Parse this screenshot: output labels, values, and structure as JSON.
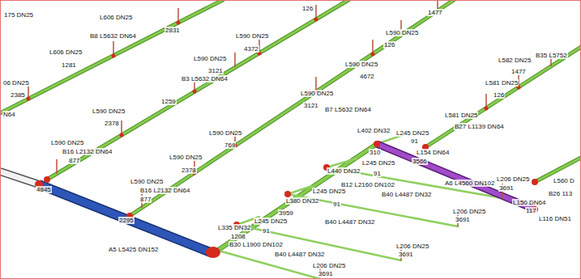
{
  "diagram": {
    "labels": [
      "175 DN25",
      "L606 DN25",
      "2831",
      "B8 L5632 DN64",
      "L606 DN25",
      "1281",
      "06 DN25",
      "2385",
      "N64",
      "L590 DN25",
      "4372",
      "L590 DN25",
      "3121",
      "B3 L5632 DN64",
      "1259",
      "126",
      "L590 DN25",
      "126",
      "1477",
      "L590 DN25",
      "4672",
      "L590 DN25",
      "3121",
      "B7 L5632 DN64",
      "L590 DN25",
      "2378",
      "L590 DN25",
      "769",
      "L590 DN25",
      "B16 L2132 DN64",
      "877",
      "L590 DN25",
      "2378",
      "L590 DN25",
      "B16 L2132 DN64",
      "877",
      "4845",
      "2295",
      "A5 L5425 DN152",
      "L582 DN25",
      "B35 L5752",
      "1477",
      "L581 DN25",
      "126",
      "L581 DN25",
      "B27 L1139 DN64",
      "L402 DN32",
      "L245 DN25",
      "91",
      "310",
      "L154 DN64",
      "3566",
      "A6 L4560 DN102",
      "L440 DN32",
      "L245 DN25",
      "91",
      "B12 L2160 DN102",
      "B40 L4487 DN32",
      "L206 DN25",
      "3691",
      "L560 D",
      "B26 113",
      "L380 DN32",
      "L245 DN25",
      "91",
      "3959",
      "B40 L4487 DN32",
      "L206 DN25",
      "3691",
      "L150 DN64",
      "117",
      "L116 DN51",
      "L335 DN32",
      "L245 DN25",
      "91",
      "1208",
      "B30 L1900 DN102",
      "B40 L4487 DN32",
      "L206 DN25",
      "3691",
      "L206 DN25",
      "3691"
    ]
  }
}
